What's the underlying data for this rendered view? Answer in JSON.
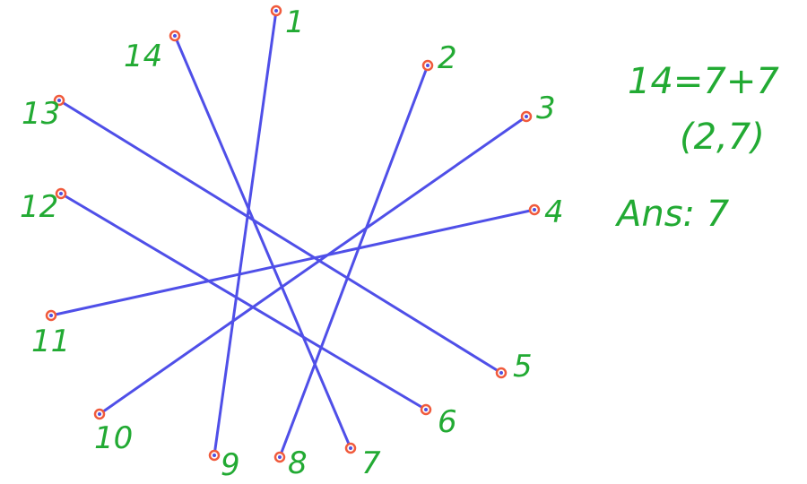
{
  "colors": {
    "chord": "#4f4fe8",
    "handwriting": "#22aa33",
    "point_ring": "#f05a3c",
    "background": "#ffffff"
  },
  "points": [
    {
      "id": 1,
      "label": "1"
    },
    {
      "id": 2,
      "label": "2"
    },
    {
      "id": 3,
      "label": "3"
    },
    {
      "id": 4,
      "label": "4"
    },
    {
      "id": 5,
      "label": "5"
    },
    {
      "id": 6,
      "label": "6"
    },
    {
      "id": 7,
      "label": "7"
    },
    {
      "id": 8,
      "label": "8"
    },
    {
      "id": 9,
      "label": "9"
    },
    {
      "id": 10,
      "label": "10"
    },
    {
      "id": 11,
      "label": "11"
    },
    {
      "id": 12,
      "label": "12"
    },
    {
      "id": 13,
      "label": "13"
    },
    {
      "id": 14,
      "label": "14"
    }
  ],
  "connections": [
    {
      "from": 1,
      "to": 9
    },
    {
      "from": 2,
      "to": 8
    },
    {
      "from": 3,
      "to": 10
    },
    {
      "from": 4,
      "to": 11
    },
    {
      "from": 5,
      "to": 13
    },
    {
      "from": 6,
      "to": 12
    },
    {
      "from": 7,
      "to": 14
    }
  ],
  "notes": {
    "equation": "14=7+7",
    "pair": "(2,7)",
    "answer": "Ans: 7"
  }
}
